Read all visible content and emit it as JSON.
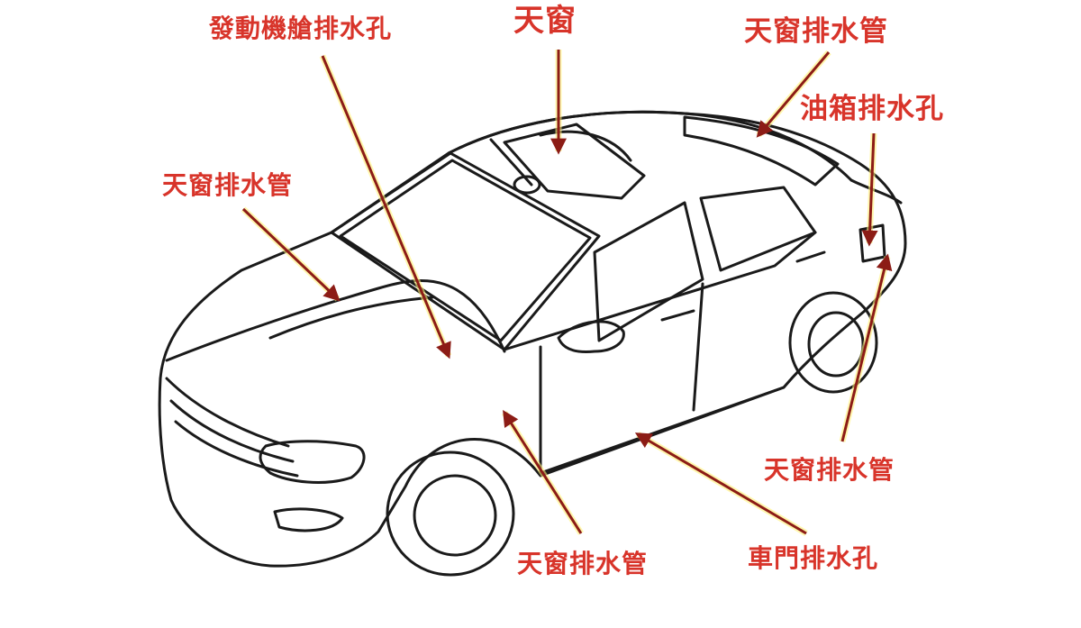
{
  "labels": {
    "engine_bay_drain": "發動機艙排水孔",
    "sunroof": "天窗",
    "sunroof_drain_rear_top": "天窗排水管",
    "fuel_tank_drain": "油箱排水孔",
    "sunroof_drain_left": "天窗排水管",
    "sunroof_drain_rear_right": "天窗排水管",
    "sunroof_drain_front_bottom": "天窗排水管",
    "door_drain": "車門排水孔"
  },
  "colors": {
    "label_text": "#d8342a",
    "arrow_stroke": "#8c1c16",
    "arrow_glow": "#fff27a",
    "line_art": "#1a1a1a"
  }
}
